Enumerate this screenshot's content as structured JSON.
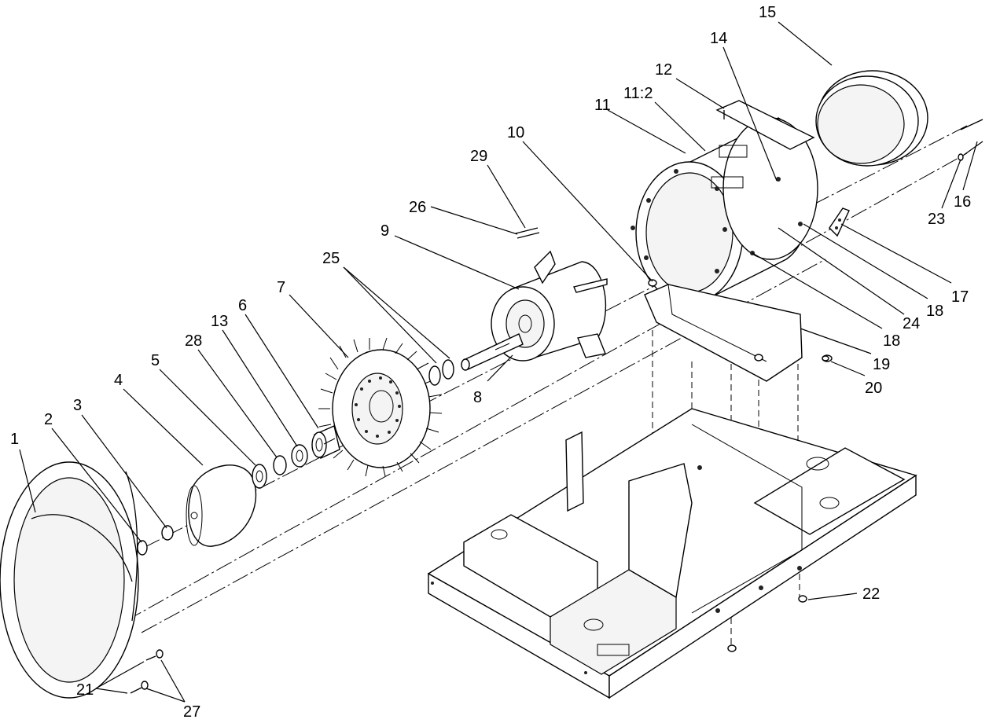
{
  "callouts": {
    "c1": "1",
    "c2": "2",
    "c3": "3",
    "c4": "4",
    "c5": "5",
    "c6": "6",
    "c7": "7",
    "c8": "8",
    "c9": "9",
    "c10": "10",
    "c11": "11",
    "c11_2": "11:2",
    "c12": "12",
    "c13": "13",
    "c14": "14",
    "c15": "15",
    "c16": "16",
    "c17": "17",
    "c18a": "18",
    "c18b": "18",
    "c19": "19",
    "c20": "20",
    "c21": "21",
    "c22": "22",
    "c23": "23",
    "c24": "24",
    "c25": "25",
    "c26": "26",
    "c27": "27",
    "c28": "28",
    "c29": "29"
  }
}
